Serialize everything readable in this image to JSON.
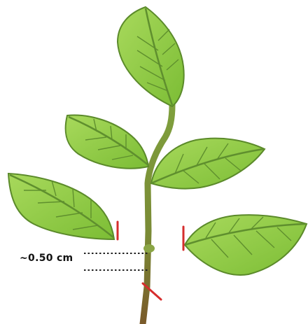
{
  "diagram": {
    "measurement_label": "~0.50 cm"
  },
  "colors": {
    "leaf_fill": "#8dc63f",
    "leaf_highlight": "#a6d75a",
    "leaf_outline": "#5b8a2a",
    "vein": "#5f8f2e",
    "stem_top": "#7a9a3a",
    "stem_bottom": "#7a5a2a",
    "cut_mark": "#d62d2d",
    "dotted_line": "#222222"
  },
  "icons": [
    "plant-illustration",
    "cut-mark"
  ]
}
